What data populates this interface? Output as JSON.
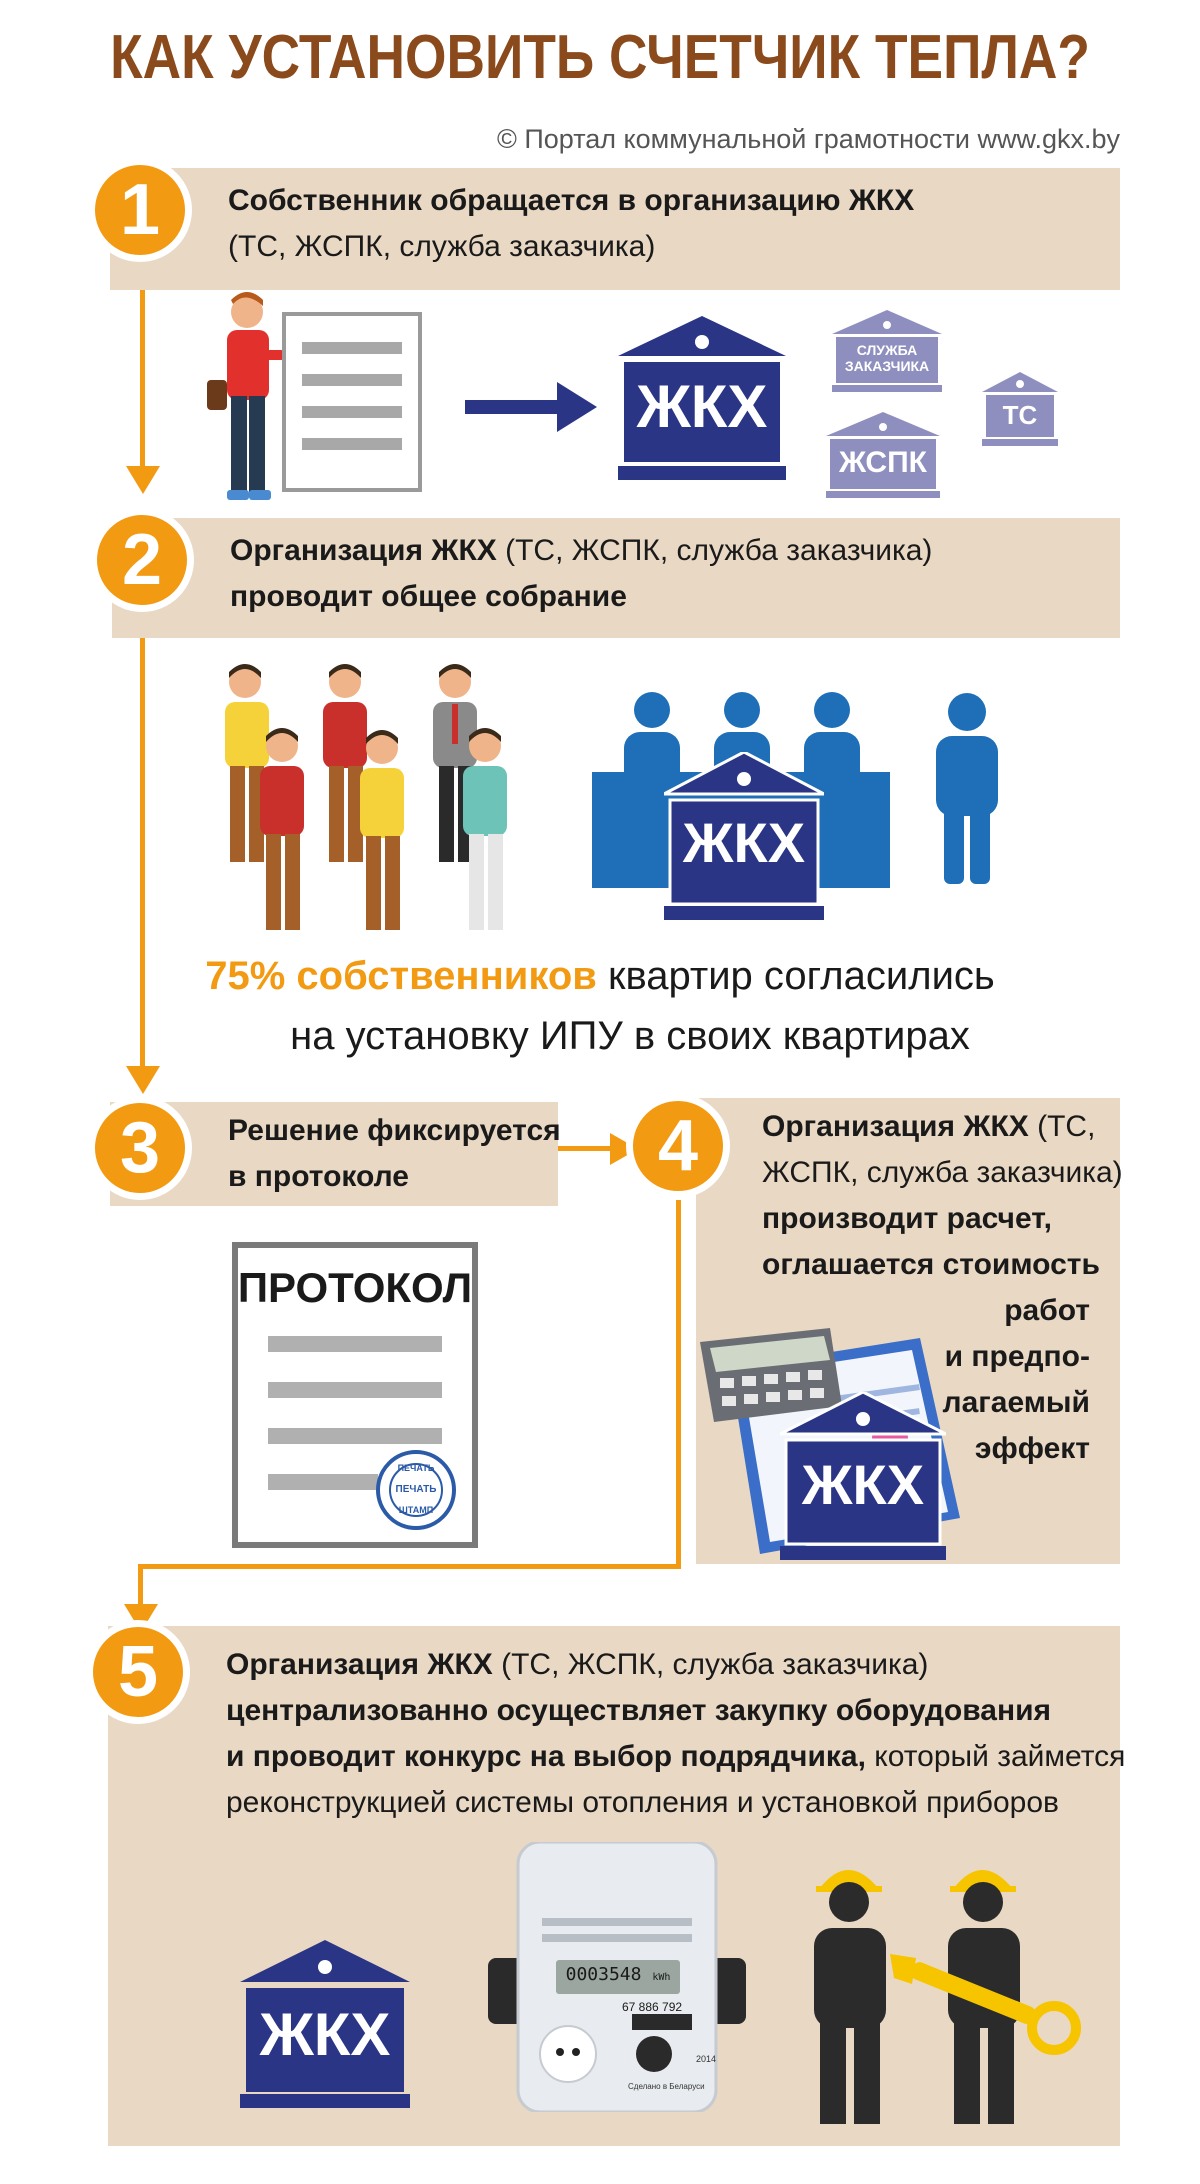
{
  "title": "КАК УСТАНОВИТЬ СЧЕТЧИК ТЕПЛА?",
  "credit": "© Портал коммунальной грамотности  www.gkx.by",
  "steps": [
    {
      "number": "1",
      "bold": "Собственник обращается в организацию ЖКХ",
      "line2": "(ТС, ЖСПК, служба заказчика)"
    },
    {
      "number": "2",
      "bold": "Организация ЖКХ",
      "rest": " (ТС, ЖСПК, служба заказчика)",
      "line2": "проводит общее собрание"
    },
    {
      "number": "3",
      "line1": "Решение фиксируется",
      "line2": "в протоколе"
    },
    {
      "number": "4",
      "bold": "Организация ЖКХ",
      "rest": " (ТС,",
      "line2": "ЖСПК, служба заказчика)",
      "line3": "производит расчет,",
      "line4": "оглашается стоимость",
      "line5": "работ",
      "line6": "и предпо-",
      "line7": "лагаемый",
      "line8": "эффект"
    },
    {
      "number": "5",
      "bold": "Организация ЖКХ",
      "rest": " (ТС, ЖСПК, служба заказчика)",
      "line2": "централизованно осуществляет закупку оборудования",
      "line3a": "и проводит конкурс на выбор подрядчика,",
      "line3b": " который займется",
      "line4": "реконструкцией системы отопления и установкой приборов"
    }
  ],
  "agreement": {
    "highlight": "75% собственников",
    "rest": " квартир согласились",
    "line2": "на установку ИПУ в своих квартирах"
  },
  "buildings": {
    "main": "ЖКХ",
    "service": "СЛУЖБА ЗАКАЗЧИКА",
    "service_l1": "СЛУЖБА",
    "service_l2": "ЗАКАЗЧИКА",
    "ts": "ТС",
    "zhspk": "ЖСПК"
  },
  "protocol": {
    "title": "ПРОТОКОЛ",
    "stamp_top": "ПЕЧАТЬ",
    "stamp_mid": "ПЕЧАТЬ",
    "stamp_bottom": "ШТАМП"
  },
  "meter": {
    "display": "0003548",
    "unit": "kWh",
    "serial": "67 886 792",
    "made": "Сделано в Беларуси",
    "year": "2014"
  },
  "colors": {
    "orange": "#f39a13",
    "navy": "#2a3585",
    "band": "#e9d8c3",
    "title": "#8a4a1c",
    "lavender": "#8f8fbf",
    "blue": "#1e6fb8"
  }
}
